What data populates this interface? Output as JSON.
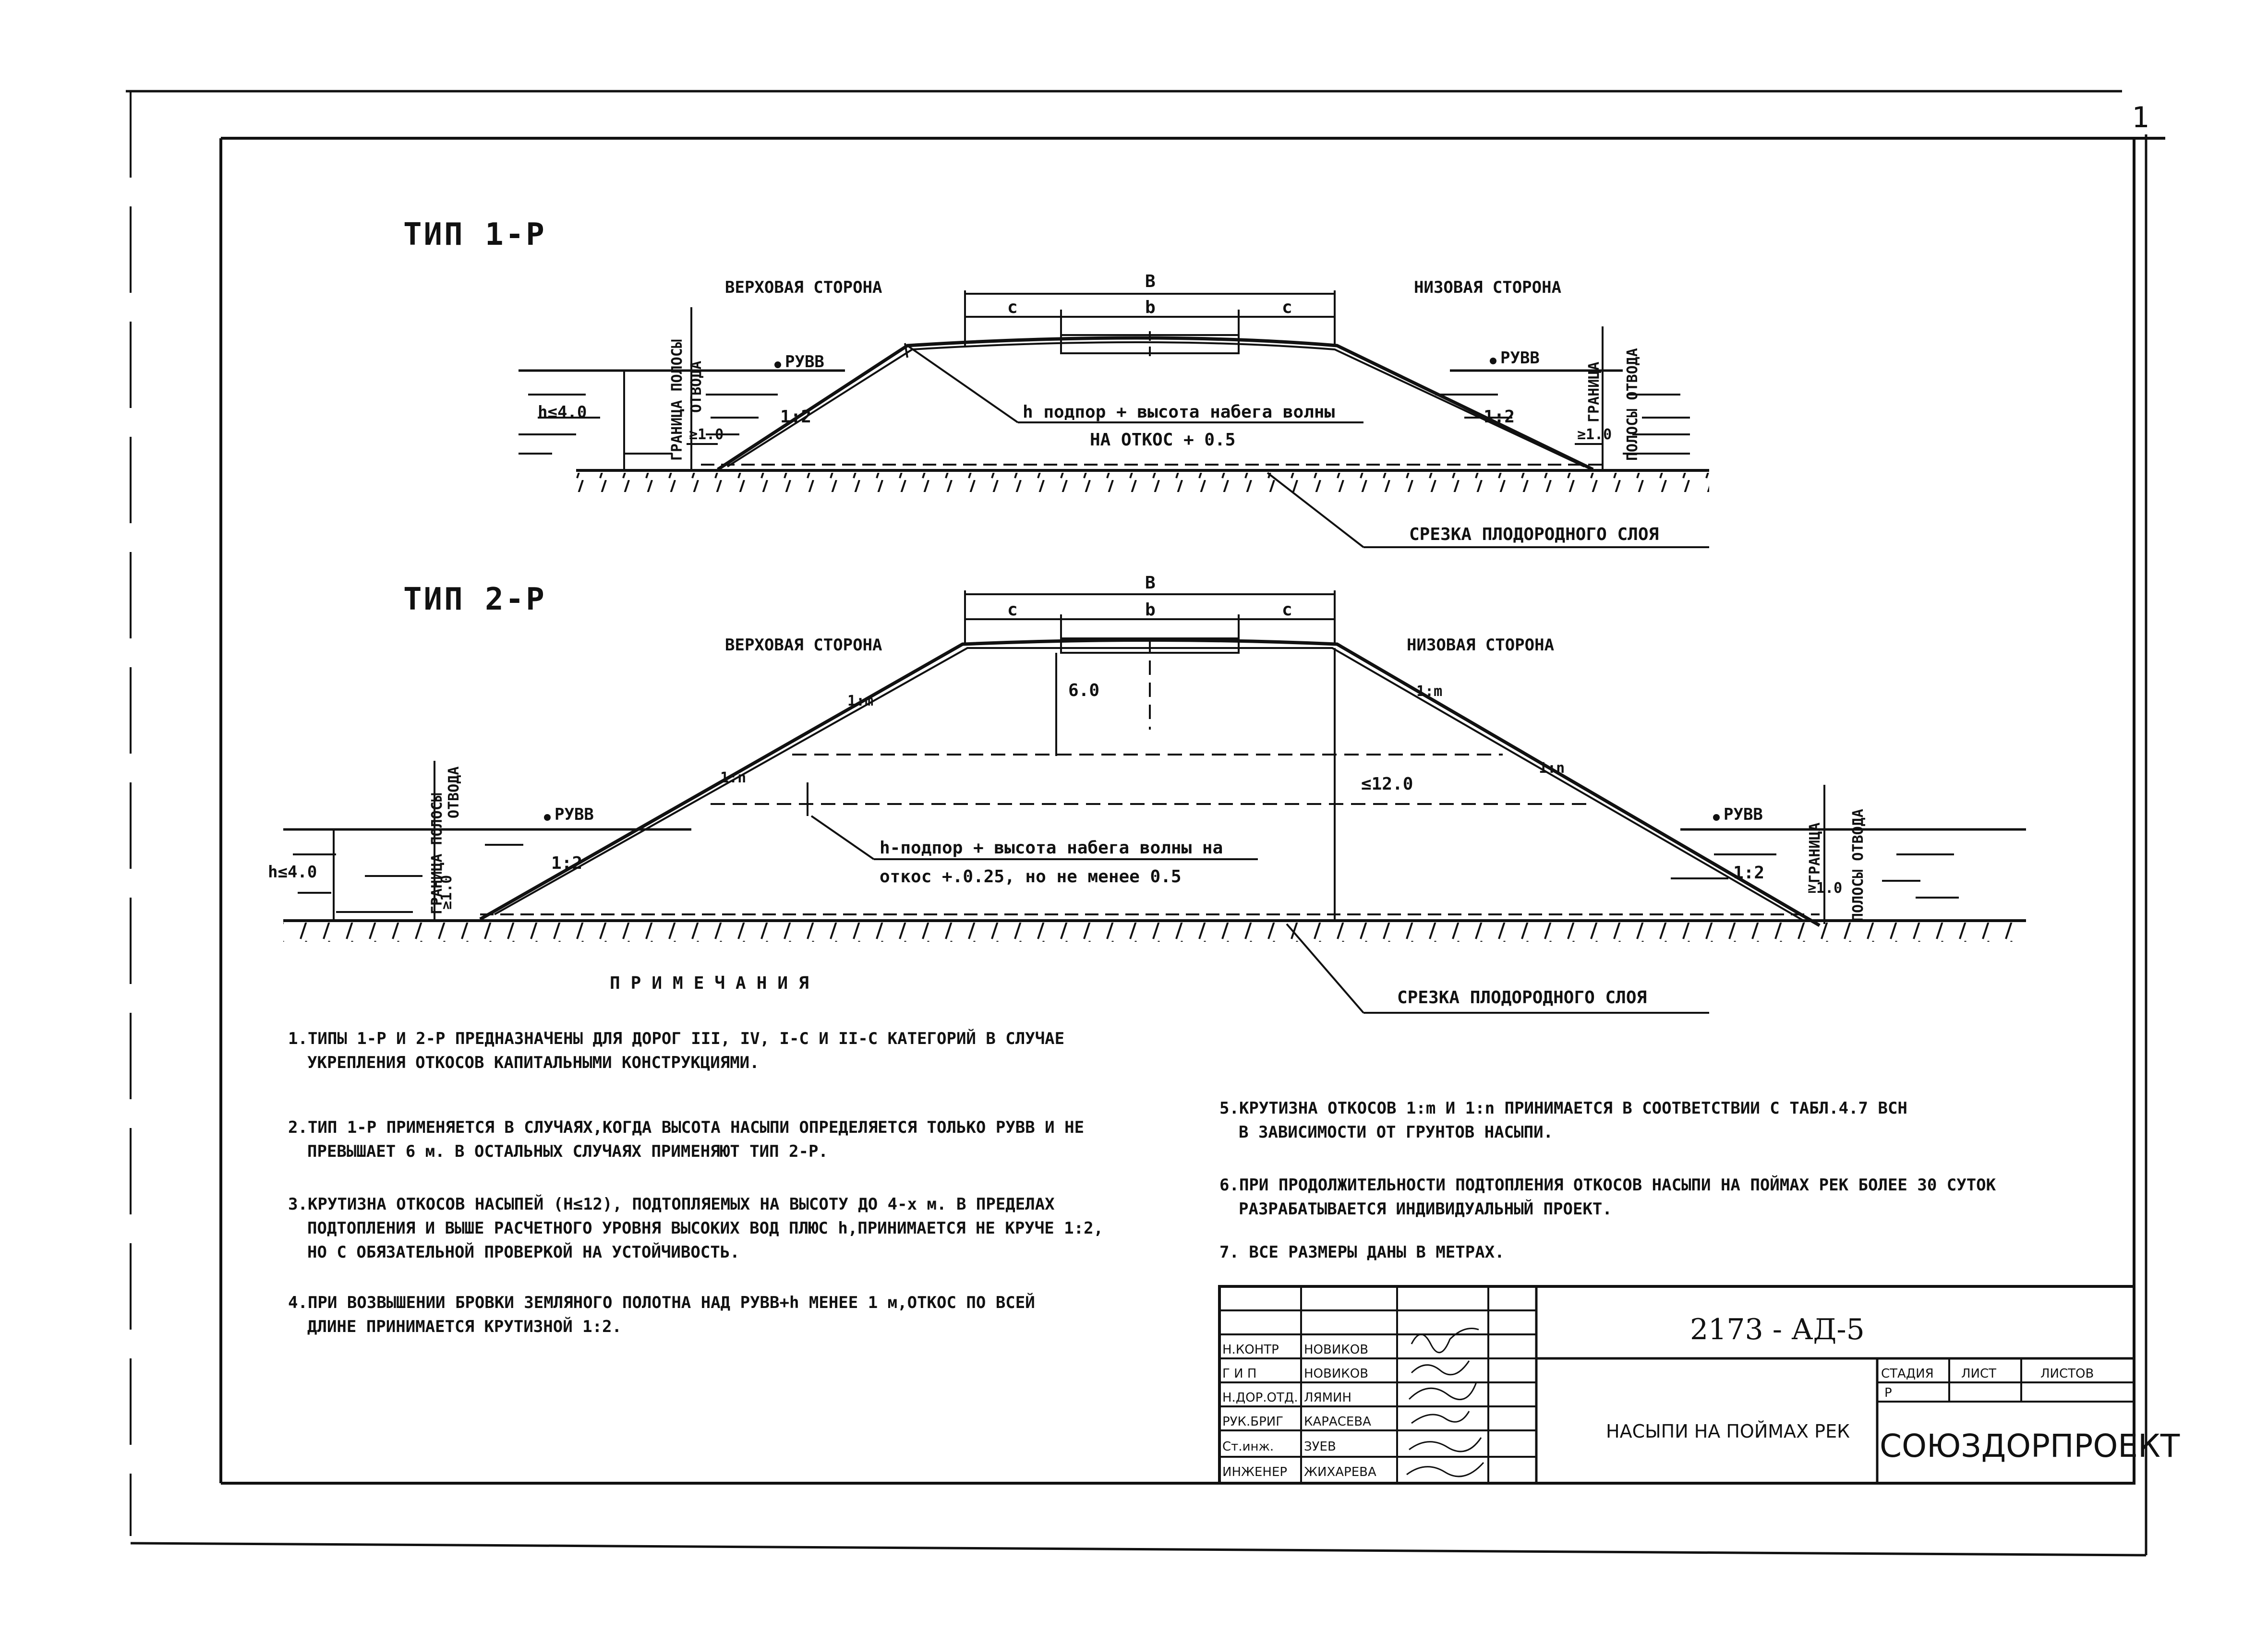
{
  "type1": {
    "title": "ТИП 1-Р",
    "upstream": "ВЕРХОВАЯ СТОРОНА",
    "downstream": "НИЗОВАЯ СТОРОНА",
    "B": "В",
    "c_left": "с",
    "b": "b",
    "c_right": "с",
    "ruvv_left": "РУВВ",
    "ruvv_right": "РУВВ",
    "h_depth": "h≤4.0",
    "min_left": "≥1.0",
    "min_right": "≥1.0",
    "slope_left": "1:2",
    "slope_right": "1:2",
    "boundary_left_1": "ГРАНИЦА ПОЛОСЫ",
    "boundary_left_2": "ОТВОДА",
    "boundary_right_1": "ГРАНИЦА",
    "boundary_right_2": "ПОЛОСЫ ОТВОДА",
    "callout_1": "h подпор + высота набега волны",
    "callout_2": "НА ОТКОС + 0.5",
    "soil_cut": "СРЕЗКА ПЛОДОРОДНОГО СЛОЯ"
  },
  "type2": {
    "title": "ТИП 2-Р",
    "upstream": "ВЕРХОВАЯ СТОРОНА",
    "downstream": "НИЗОВАЯ СТОРОНА",
    "B": "В",
    "c_left": "с",
    "b": "b",
    "c_right": "с",
    "dim_6": "6.0",
    "dim_12": "≤12.0",
    "slope_m_left": "1:m",
    "slope_n_left": "1:n",
    "slope_2_left": "1:2",
    "slope_m_right": "1:m",
    "slope_n_right": "1:n",
    "slope_2_right": "1:2",
    "ruvv_left": "РУВВ",
    "ruvv_right": "РУВВ",
    "h_depth": "h≤4.0",
    "min_left": "≥1.0",
    "min_right": "≥1.0",
    "boundary_left_1": "ГРАНИЦА ПОЛОСЫ",
    "boundary_left_2": "ОТВОДА",
    "boundary_right_1": "ГРАНИЦА",
    "boundary_right_2": "ПОЛОСЫ ОТВОДА",
    "callout_1": "h-подпор + высота набега волны на",
    "callout_2": "откос +.0.25, но не менее 0.5",
    "soil_cut": "СРЕЗКА ПЛОДОРОДНОГО СЛОЯ"
  },
  "notes": {
    "heading": "ПРИМЕЧАНИЯ",
    "n1_l1": "1.ТИПЫ 1-Р И 2-Р ПРЕДНАЗНАЧЕНЫ ДЛЯ ДОРОГ III, IV, I-С И II-С КАТЕГОРИЙ В СЛУЧАЕ",
    "n1_l2": "УКРЕПЛЕНИЯ ОТКОСОВ КАПИТАЛЬНЫМИ КОНСТРУКЦИЯМИ.",
    "n2_l1": "2.ТИП 1-Р ПРИМЕНЯЕТСЯ В СЛУЧАЯХ,КОГДА ВЫСОТА НАСЫПИ ОПРЕДЕЛЯЕТСЯ ТОЛЬКО РУВВ И НЕ",
    "n2_l2": "ПРЕВЫШАЕТ 6 м. В ОСТАЛЬНЫХ СЛУЧАЯХ ПРИМЕНЯЮТ ТИП 2-Р.",
    "n3_l1": "3.КРУТИЗНА ОТКОСОВ НАСЫПЕЙ (Н≤12), ПОДТОПЛЯЕМЫХ НА ВЫСОТУ ДО 4-х м. В ПРЕДЕЛАХ",
    "n3_l2": "ПОДТОПЛЕНИЯ И ВЫШЕ РАСЧЕТНОГО УРОВНЯ ВЫСОКИХ ВОД ПЛЮС h,ПРИНИМАЕТСЯ НЕ КРУЧЕ 1:2,",
    "n3_l3": "НО С ОБЯЗАТЕЛЬНОЙ ПРОВЕРКОЙ НА УСТОЙЧИВОСТЬ.",
    "n4_l1": "4.ПРИ ВОЗВЫШЕНИИ БРОВКИ ЗЕМЛЯНОГО ПОЛОТНА НАД РУВВ+h МЕНЕЕ 1 м,ОТКОС ПО ВСЕЙ",
    "n4_l2": "ДЛИНЕ ПРИНИМАЕТСЯ КРУТИЗНОЙ 1:2.",
    "n5_l1": "5.КРУТИЗНА ОТКОСОВ 1:m И 1:n ПРИНИМАЕТСЯ В СООТВЕТСТВИИ С ТАБЛ.4.7 ВСН",
    "n5_l2": "В ЗАВИСИМОСТИ ОТ ГРУНТОВ НАСЫПИ.",
    "n6_l1": "6.ПРИ ПРОДОЛЖИТЕЛЬНОСТИ ПОДТОПЛЕНИЯ ОТКОСОВ НАСЫПИ НА ПОЙМАХ РЕК БОЛЕЕ 30 СУТОК",
    "n6_l2": "РАЗРАБАТЫВАЕТСЯ ИНДИВИДУАЛЬНЫЙ ПРОЕКТ.",
    "n7": "7. ВСЕ РАЗМЕРЫ ДАНЫ В МЕТРАХ."
  },
  "stamp": {
    "code": "2173 - АД-5",
    "sheet_title": "НАСЫПИ НА ПОЙМАХ РЕК",
    "stage_h": "СТАДИЯ",
    "sheet_h": "ЛИСТ",
    "sheets_h": "ЛИСТОВ",
    "stage_v": "Р",
    "org": "СОЮЗДОРПРОЕКТ",
    "r1_role": "Н.КОНТР",
    "r1_name": "НОВИКОВ",
    "r2_role": "Г И П",
    "r2_name": "НОВИКОВ",
    "r3_role": "Н.ДОР.ОТД.",
    "r3_name": "ЛЯМИН",
    "r4_role": "РУК.БРИГ",
    "r4_name": "КАРАСЕВА",
    "r5_role": "Ст.инж.",
    "r5_name": "ЗУЕВ",
    "r6_role": "ИНЖЕНЕР",
    "r6_name": "ЖИХАРЕВА"
  },
  "corner_mark": "1"
}
